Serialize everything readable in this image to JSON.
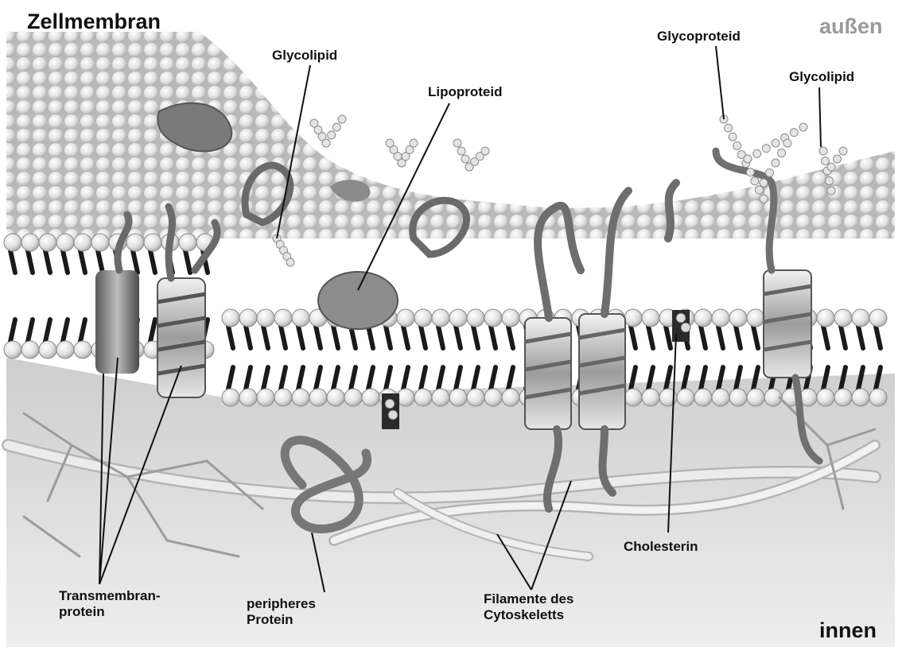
{
  "diagram": {
    "title": "Zellmembran",
    "side_outer": "außen",
    "side_inner": "innen",
    "labels": {
      "glycolipid_left": "Glycolipid",
      "lipoproteid": "Lipoproteid",
      "glycoproteid": "Glycoproteid",
      "glycolipid_right": "Glycolipid",
      "transmembran_line1": "Transmembran-",
      "transmembran_line2": "protein",
      "peripheres_line1": "peripheres",
      "peripheres_line2": "Protein",
      "filamente_line1": "Filamente des",
      "filamente_line2": "Cytoskeletts",
      "cholesterin": "Cholesterin"
    },
    "colors": {
      "background": "#ffffff",
      "lipid_head": "#e2e2e2",
      "lipid_tail": "#1a1a1a",
      "protein": "#8a8a8a",
      "sugar_chain": "#cfcfcf",
      "cytoskeleton": "#dcdcdc",
      "label_text": "#111111",
      "outer_label": "#9a9a9a"
    }
  }
}
